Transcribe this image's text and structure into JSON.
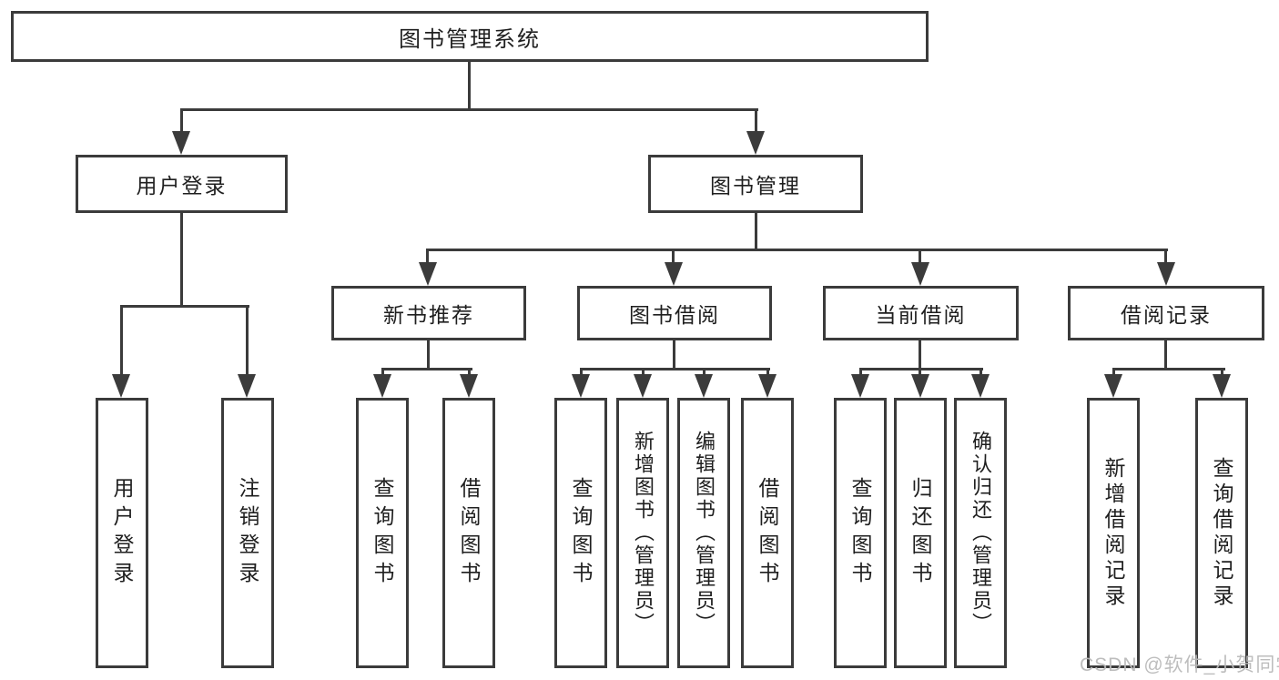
{
  "diagram": {
    "title": "图书管理系统",
    "root": {
      "label": "图书管理系统"
    },
    "level2": [
      {
        "id": "user-login",
        "label": "用户登录"
      },
      {
        "id": "book-management",
        "label": "图书管理"
      }
    ],
    "level3": [
      {
        "id": "new-book-recommend",
        "label": "新书推荐"
      },
      {
        "id": "book-borrow",
        "label": "图书借阅"
      },
      {
        "id": "current-borrow",
        "label": "当前借阅"
      },
      {
        "id": "borrow-records",
        "label": "借阅记录"
      }
    ],
    "leaves": [
      {
        "id": "user-login-leaf",
        "parent": "user-login",
        "label": "用户登录"
      },
      {
        "id": "logout",
        "parent": "user-login",
        "label": "注销登录"
      },
      {
        "id": "query-books-1",
        "parent": "new-book-recommend",
        "label": "查询图书"
      },
      {
        "id": "borrow-books-1",
        "parent": "new-book-recommend",
        "label": "借阅图书"
      },
      {
        "id": "query-books-2",
        "parent": "book-borrow",
        "label": "查询图书"
      },
      {
        "id": "add-book-admin",
        "parent": "book-borrow",
        "label": "新增图书（管理员）"
      },
      {
        "id": "edit-book-admin",
        "parent": "book-borrow",
        "label": "编辑图书（管理员）"
      },
      {
        "id": "borrow-books-2",
        "parent": "book-borrow",
        "label": "借阅图书"
      },
      {
        "id": "query-books-3",
        "parent": "current-borrow",
        "label": "查询图书"
      },
      {
        "id": "return-book",
        "parent": "current-borrow",
        "label": "归还图书"
      },
      {
        "id": "confirm-return-admin",
        "parent": "current-borrow",
        "label": "确认归还（管理员）"
      },
      {
        "id": "add-borrow-record",
        "parent": "borrow-records",
        "label": "新增借阅记录"
      },
      {
        "id": "query-borrow-record",
        "parent": "borrow-records",
        "label": "查询借阅记录"
      }
    ]
  },
  "watermark": {
    "text": "CSDN @软件_小贺同学"
  },
  "colors": {
    "line": "#3b3b3b",
    "text": "#1f1f1f",
    "background": "#ffffff",
    "watermark": "#b9b9b9"
  }
}
